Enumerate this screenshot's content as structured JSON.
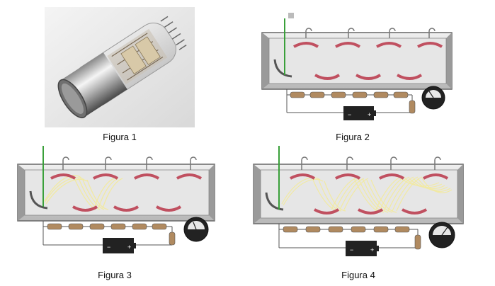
{
  "figures": [
    {
      "id": "fig1",
      "caption": "Figura 1"
    },
    {
      "id": "fig2",
      "caption": "Figura 2"
    },
    {
      "id": "fig3",
      "caption": "Figura 3"
    },
    {
      "id": "fig4",
      "caption": "Figura 4"
    }
  ],
  "colors": {
    "tube_glass": "#d8d8d8",
    "dynode": "#c05060",
    "beam_green": "#3aa03a",
    "electron_trail": "#f2eaa0",
    "wire": "#555555",
    "meter": "#222222"
  }
}
